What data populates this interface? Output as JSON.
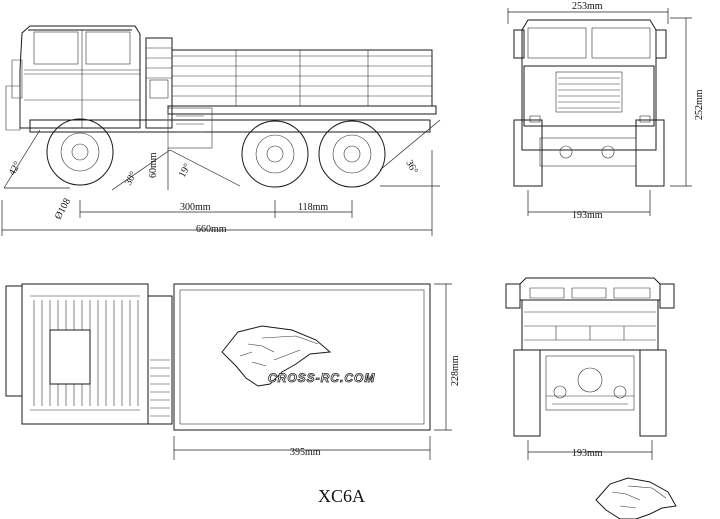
{
  "drawing": {
    "model_name": "XC6A",
    "brand_text": "CROSS-RC.COM",
    "dimensions": {
      "total_length": "660mm",
      "wheelbase_front": "300mm",
      "wheelbase_rear": "118mm",
      "wheel_diameter": "Ø108",
      "ground_clearance": "60mm",
      "approach_angle": "42°",
      "ramp_angle_1": "30°",
      "ramp_angle_2": "19°",
      "departure_angle": "36°",
      "front_width": "253mm",
      "front_height": "252mm",
      "front_track": "193mm",
      "bed_length": "395mm",
      "bed_width": "228mm",
      "rear_track": "193mm"
    }
  }
}
